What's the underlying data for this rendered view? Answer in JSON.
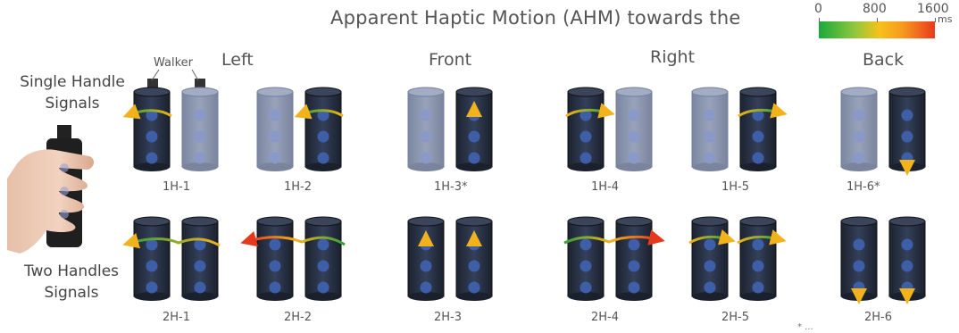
{
  "title": "Apparent Haptic Motion (AHM) towards the",
  "directions": [
    "Left",
    "Front",
    "Right",
    "Back"
  ],
  "row_labels": {
    "single_line1": "Single Handle",
    "single_line2": "Signals",
    "two_line1": "Two Handles",
    "two_line2": "Signals"
  },
  "walker_label": "Walker",
  "legend": {
    "min": "0",
    "mid": "800",
    "max": "1600",
    "unit": "ms",
    "colors": [
      "#19a93a",
      "#8cc63e",
      "#f6c21a",
      "#f79a1e",
      "#e83a1c"
    ]
  },
  "patterns": [
    "1H-1",
    "1H-2",
    "1H-3*",
    "1H-4",
    "1H-5",
    "1H-6*",
    "2H-1",
    "2H-2",
    "2H-3",
    "2H-4",
    "2H-5",
    "2H-6"
  ],
  "footnote": "* ...",
  "colors": {
    "active": "#2b3444",
    "inactive": "#8a95ab",
    "dot": "#3f5ea8",
    "green": "#2fa13a",
    "yellow": "#f2b21c",
    "red": "#e5391e"
  }
}
